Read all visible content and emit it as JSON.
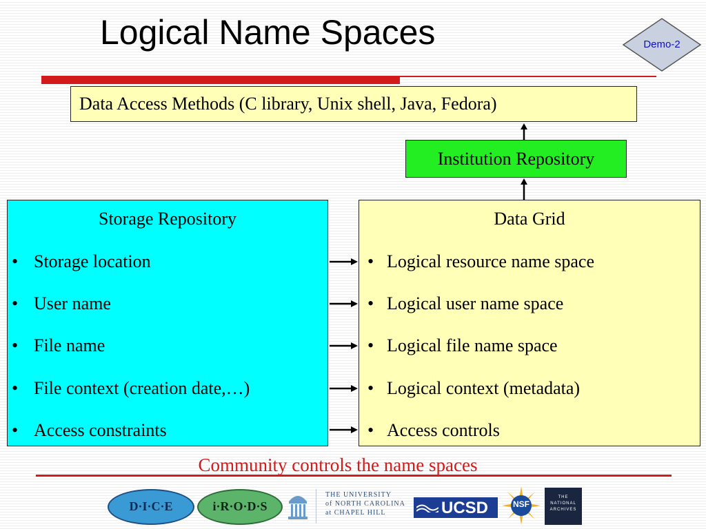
{
  "slide": {
    "title": "Logical Name Spaces",
    "demo_badge": "Demo-2",
    "footer_note": "Community controls the name spaces"
  },
  "boxes": {
    "access_methods": "Data Access Methods (C library, Unix shell, Java, Fedora)",
    "institution_repository": "Institution Repository",
    "storage_repository": {
      "heading": "Storage Repository",
      "items": [
        "Storage location",
        "User name",
        "File name",
        "File context (creation date,…)",
        "Access constraints"
      ]
    },
    "data_grid": {
      "heading": "Data Grid",
      "items": [
        "Logical resource name space",
        "Logical user name space",
        "Logical file name space",
        "Logical context (metadata)",
        "Access controls"
      ]
    },
    "bullet": "•"
  },
  "logos": {
    "dice": "D·I·C·E",
    "irods": "i·R·O·D·S",
    "unc_lines": [
      "THE UNIVERSITY",
      "of NORTH CAROLINA",
      "at CHAPEL HILL"
    ],
    "ucsd": "UCSD",
    "nsf": "NSF",
    "archives_lines": [
      "THE",
      "NATIONAL",
      "ARCHIVES"
    ]
  },
  "colors": {
    "title_rule": "#d21a1a",
    "access_box_fill": "#ffffb8",
    "institution_box_fill": "#22ee22",
    "storage_box_fill": "#00ffff",
    "grid_box_fill": "#ffffb8",
    "footer_note_text": "#d21a1a"
  },
  "icons": [
    "arrow-up-icon",
    "arrow-right-icon",
    "demo-diamond",
    "dice-logo",
    "irods-logo",
    "unc-logo",
    "ucsd-logo",
    "nsf-logo",
    "national-archives-logo"
  ]
}
